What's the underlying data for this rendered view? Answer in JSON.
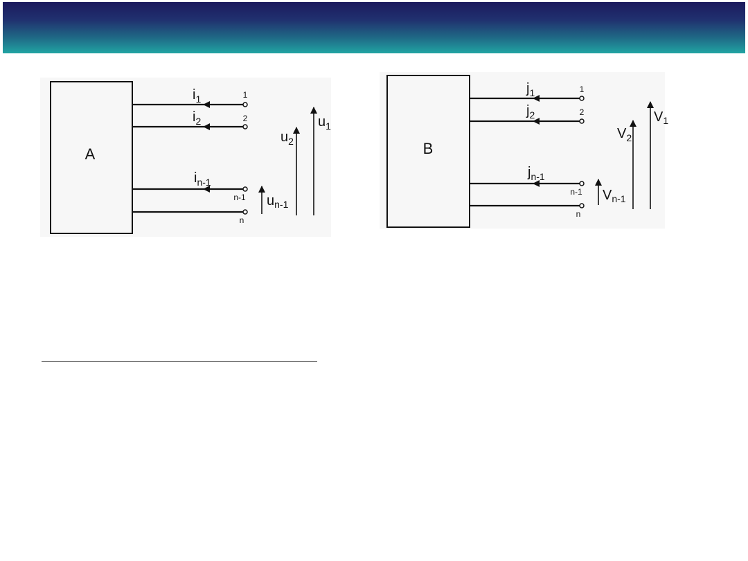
{
  "diagram_a": {
    "block_label": "A",
    "currents": [
      {
        "base": "i",
        "sub": "1",
        "terminal": "1"
      },
      {
        "base": "i",
        "sub": "2",
        "terminal": "2"
      },
      {
        "base": "i",
        "sub": "n-1",
        "terminal": "n-1"
      }
    ],
    "last_terminal": "n",
    "voltages": [
      {
        "base": "u",
        "sub": "n-1"
      },
      {
        "base": "u",
        "sub": "2"
      },
      {
        "base": "u",
        "sub": "1"
      }
    ]
  },
  "diagram_b": {
    "block_label": "B",
    "currents": [
      {
        "base": "j",
        "sub": "1",
        "terminal": "1"
      },
      {
        "base": "j",
        "sub": "2",
        "terminal": "2"
      },
      {
        "base": "j",
        "sub": "n-1",
        "terminal": "n-1"
      }
    ],
    "last_terminal": "n",
    "voltages": [
      {
        "base": "V",
        "sub": "n-1"
      },
      {
        "base": "V",
        "sub": "2"
      },
      {
        "base": "V",
        "sub": "1"
      }
    ]
  },
  "colors": {
    "banner_top": "#1c1a5e",
    "banner_bottom": "#21a4a3",
    "line": "#111111"
  }
}
